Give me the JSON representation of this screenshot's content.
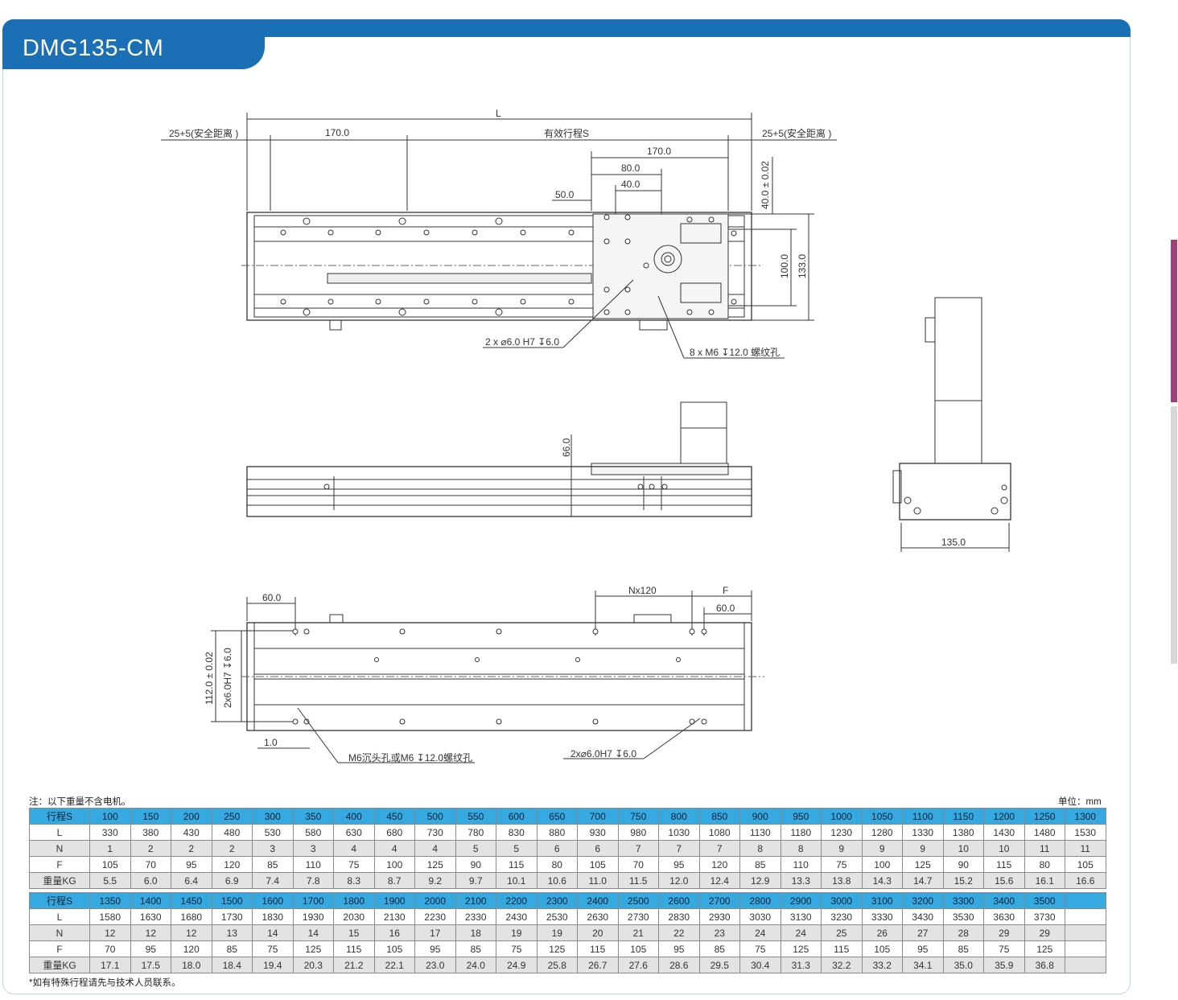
{
  "header": {
    "title": "DMG135-CM"
  },
  "colors": {
    "brand_blue": "#1b6fb5",
    "table_header": "#36a9e1",
    "side_tab_magenta": "#a23e7a"
  },
  "drawing": {
    "top_view": {
      "dim_L": "L",
      "dim_left_safety": "25+5(安全距离 )",
      "dim_right_safety": "25+5(安全距离 )",
      "dim_170a": "170.0",
      "dim_stroke": "有效行程S",
      "dim_170b": "170.0",
      "dim_80": "80.0",
      "dim_40": "40.0",
      "dim_50": "50.0",
      "dim_40tol": "40.0 ± 0.02",
      "dim_100": "100.0",
      "dim_133": "133.0",
      "callout_pin": "2 x ⌀6.0 H7 ↧6.0",
      "callout_thread": "8 x  M6 ↧12.0 螺纹孔"
    },
    "side_view": {
      "dim_66": "66.0"
    },
    "end_view": {
      "dim_135": "135.0"
    },
    "bottom_view": {
      "dim_60a": "60.0",
      "dim_Nx120": "Nx120",
      "dim_F": "F",
      "dim_60b": "60.0",
      "dim_112": "112.0 ± 0.02",
      "dim_pin_v": "2x6.0H7 ↧6.0",
      "dim_1": "1.0",
      "callout_hole": "M6沉头孔或M6 ↧12.0螺纹孔",
      "callout_pin": "2x⌀6.0H7 ↧6.0"
    }
  },
  "table": {
    "note": "注：以下重量不含电机。",
    "unit": "单位：mm",
    "footnote": "*如有特殊行程请先与技术人员联系。",
    "row_labels": [
      "行程S",
      "L",
      "N",
      "F",
      "重量KG"
    ],
    "block1": [
      [
        "100",
        "150",
        "200",
        "250",
        "300",
        "350",
        "400",
        "450",
        "500",
        "550",
        "600",
        "650",
        "700",
        "750",
        "800",
        "850",
        "900",
        "950",
        "1000",
        "1050",
        "1100",
        "1150",
        "1200",
        "1250",
        "1300"
      ],
      [
        "330",
        "380",
        "430",
        "480",
        "530",
        "580",
        "630",
        "680",
        "730",
        "780",
        "830",
        "880",
        "930",
        "980",
        "1030",
        "1080",
        "1130",
        "1180",
        "1230",
        "1280",
        "1330",
        "1380",
        "1430",
        "1480",
        "1530"
      ],
      [
        "1",
        "2",
        "2",
        "2",
        "3",
        "3",
        "4",
        "4",
        "4",
        "5",
        "5",
        "6",
        "6",
        "7",
        "7",
        "7",
        "8",
        "8",
        "9",
        "9",
        "9",
        "10",
        "10",
        "11",
        "11"
      ],
      [
        "105",
        "70",
        "95",
        "120",
        "85",
        "110",
        "75",
        "100",
        "125",
        "90",
        "115",
        "80",
        "105",
        "70",
        "95",
        "120",
        "85",
        "110",
        "75",
        "100",
        "125",
        "90",
        "115",
        "80",
        "105"
      ],
      [
        "5.5",
        "6.0",
        "6.4",
        "6.9",
        "7.4",
        "7.8",
        "8.3",
        "8.7",
        "9.2",
        "9.7",
        "10.1",
        "10.6",
        "11.0",
        "11.5",
        "12.0",
        "12.4",
        "12.9",
        "13.3",
        "13.8",
        "14.3",
        "14.7",
        "15.2",
        "15.6",
        "16.1",
        "16.6"
      ]
    ],
    "block2": [
      [
        "1350",
        "1400",
        "1450",
        "1500",
        "1600",
        "1700",
        "1800",
        "1900",
        "2000",
        "2100",
        "2200",
        "2300",
        "2400",
        "2500",
        "2600",
        "2700",
        "2800",
        "2900",
        "3000",
        "3100",
        "3200",
        "3300",
        "3400",
        "3500",
        ""
      ],
      [
        "1580",
        "1630",
        "1680",
        "1730",
        "1830",
        "1930",
        "2030",
        "2130",
        "2230",
        "2330",
        "2430",
        "2530",
        "2630",
        "2730",
        "2830",
        "2930",
        "3030",
        "3130",
        "3230",
        "3330",
        "3430",
        "3530",
        "3630",
        "3730",
        ""
      ],
      [
        "12",
        "12",
        "12",
        "13",
        "14",
        "14",
        "15",
        "16",
        "17",
        "18",
        "19",
        "19",
        "20",
        "21",
        "22",
        "23",
        "24",
        "24",
        "25",
        "26",
        "27",
        "28",
        "29",
        "29",
        ""
      ],
      [
        "70",
        "95",
        "120",
        "85",
        "75",
        "125",
        "115",
        "105",
        "95",
        "85",
        "75",
        "125",
        "115",
        "105",
        "95",
        "85",
        "75",
        "125",
        "115",
        "105",
        "95",
        "85",
        "75",
        "125",
        ""
      ],
      [
        "17.1",
        "17.5",
        "18.0",
        "18.4",
        "19.4",
        "20.3",
        "21.2",
        "22.1",
        "23.0",
        "24.0",
        "24.9",
        "25.8",
        "26.7",
        "27.6",
        "28.6",
        "29.5",
        "30.4",
        "31.3",
        "32.2",
        "33.2",
        "34.1",
        "35.0",
        "35.9",
        "36.8",
        ""
      ]
    ]
  }
}
